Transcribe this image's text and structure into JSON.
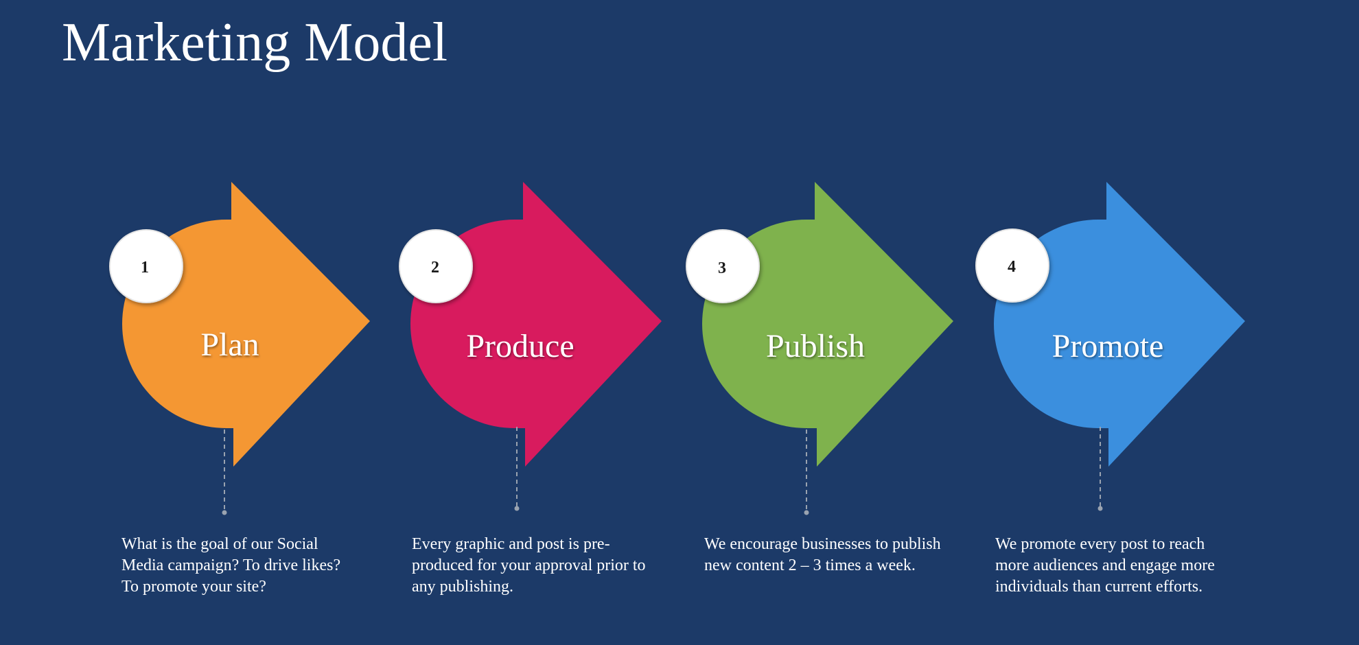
{
  "title": "Marketing Model",
  "colors": {
    "background": "#1c3a68",
    "plan": "#f49733",
    "produce": "#d81b5e",
    "publish": "#7fb24d",
    "promote": "#3b8fde"
  },
  "steps": [
    {
      "number": "1",
      "label": "Plan",
      "color": "#f49733",
      "description": "What is the goal of our Social Media campaign? To drive likes? To promote your site?"
    },
    {
      "number": "2",
      "label": "Produce",
      "color": "#d81b5e",
      "description": "Every graphic and post is pre-produced for your approval prior to any publishing."
    },
    {
      "number": "3",
      "label": "Publish",
      "color": "#7fb24d",
      "description": "We encourage businesses to publish new content 2 – 3 times a week."
    },
    {
      "number": "4",
      "label": "Promote",
      "color": "#3b8fde",
      "description": "We promote every post to reach more audiences and engage more individuals than current efforts."
    }
  ]
}
